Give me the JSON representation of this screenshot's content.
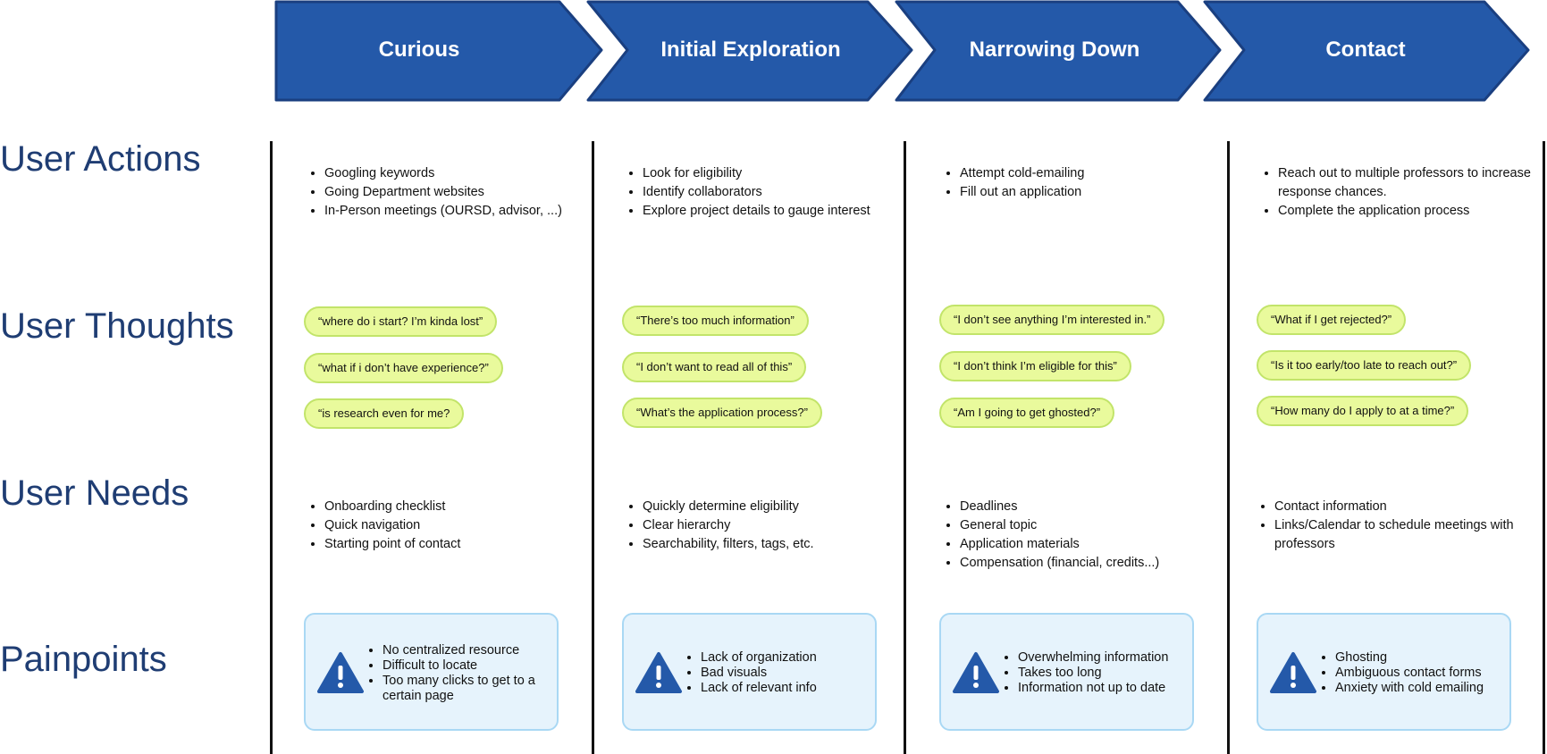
{
  "stages": [
    "Curious",
    "Initial Exploration",
    "Narrowing Down",
    "Contact"
  ],
  "rows": {
    "actions": "User Actions",
    "thoughts": "User Thoughts",
    "needs": "User Needs",
    "painpoints": "Painpoints"
  },
  "columns": [
    {
      "actions": [
        "Googling keywords",
        "Going Department websites",
        "In-Person meetings (OURSD, advisor, ...)"
      ],
      "thoughts": [
        "“where do i start? I’m kinda lost”",
        "“what if i don’t have experience?”",
        "“is research even for me?"
      ],
      "needs": [
        "Onboarding checklist",
        "Quick navigation",
        "Starting point of contact"
      ],
      "painpoints": [
        "No centralized resource",
        "Difficult to locate",
        "Too many clicks to get to a certain page"
      ]
    },
    {
      "actions": [
        "Look for eligibility",
        "Identify collaborators",
        "Explore project details to gauge interest"
      ],
      "thoughts": [
        "“There’s too much information”",
        "“I don’t want to read all of this”",
        "“What’s the application process?”"
      ],
      "needs": [
        "Quickly determine eligibility",
        "Clear hierarchy",
        "Searchability, filters, tags, etc."
      ],
      "painpoints": [
        "Lack of organization",
        "Bad visuals",
        "Lack of relevant info"
      ]
    },
    {
      "actions": [
        "Attempt cold-emailing",
        "Fill out an application"
      ],
      "thoughts": [
        "“I don’t see anything I’m interested in.”",
        "“I don’t think I’m eligible for this”",
        "“Am I going to get ghosted?”"
      ],
      "needs": [
        "Deadlines",
        "General topic",
        "Application materials",
        "Compensation (financial, credits...)"
      ],
      "painpoints": [
        "Overwhelming information",
        "Takes too long",
        "Information not up to date"
      ]
    },
    {
      "actions": [
        "Reach out to multiple professors to increase response chances.",
        "Complete the application process"
      ],
      "thoughts": [
        "“What if I get rejected?”",
        "“Is it too early/too late to reach out?”",
        "“How many do I apply to at a time?”"
      ],
      "needs": [
        "Contact information",
        "Links/Calendar to schedule meetings with professors"
      ],
      "painpoints": [
        "Ghosting",
        "Ambiguous contact forms",
        "Anxiety with cold emailing"
      ]
    }
  ],
  "colors": {
    "chevron_fill": "#2459a9",
    "chevron_stroke": "#1a3f80",
    "row_label": "#1f3d73",
    "bubble_fill": "#e9fa9c",
    "bubble_border": "#c2e46a",
    "pain_fill": "#e6f3fc",
    "pain_border": "#a9d8f4",
    "warning_icon": "#2459a9"
  },
  "icons": {
    "painpoint": "warning-triangle-icon"
  }
}
